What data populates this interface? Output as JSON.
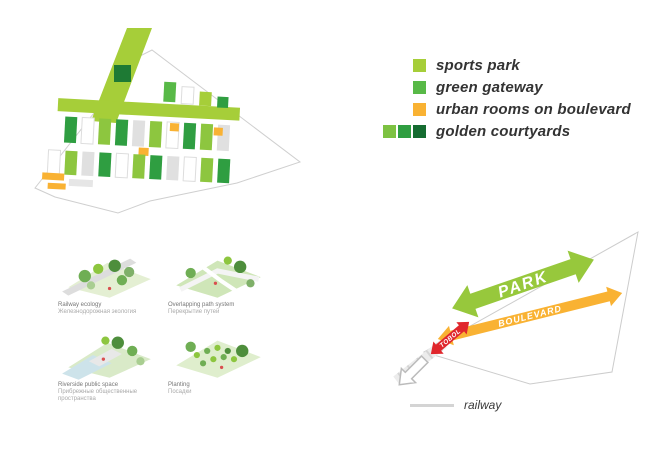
{
  "palette": {
    "lime": "#A6CE39",
    "green": "#58B947",
    "dark_green": "#1E7A34",
    "yellow": "#F9B233",
    "red": "#E0262C",
    "gray": "#E0E0E0",
    "outline_gray": "#CCCCCC"
  },
  "legend": {
    "items": [
      {
        "label": "sports park",
        "colors": [
          "#A6CE39"
        ]
      },
      {
        "label": "green gateway",
        "colors": [
          "#58B947"
        ]
      },
      {
        "label": "urban rooms on boulevard",
        "colors": [
          "#F9B233"
        ]
      },
      {
        "label": "golden courtyards",
        "colors": [
          "#7DC242",
          "#2F9E41",
          "#156C31"
        ]
      }
    ]
  },
  "flow": {
    "park": "PARK",
    "boulevard": "BOULEVARD",
    "tobol": "TOBOL",
    "railway": "railway"
  },
  "thumbnails": [
    {
      "caption_en": "Railway ecology",
      "caption_ru": "Железнодорожная экология"
    },
    {
      "caption_en": "Overlapping path system",
      "caption_ru": "Перекрытие путей"
    },
    {
      "caption_en": "Riverside public space",
      "caption_ru": "Прибрежные общественные пространства"
    },
    {
      "caption_en": "Planting",
      "caption_ru": "Посадки"
    }
  ]
}
